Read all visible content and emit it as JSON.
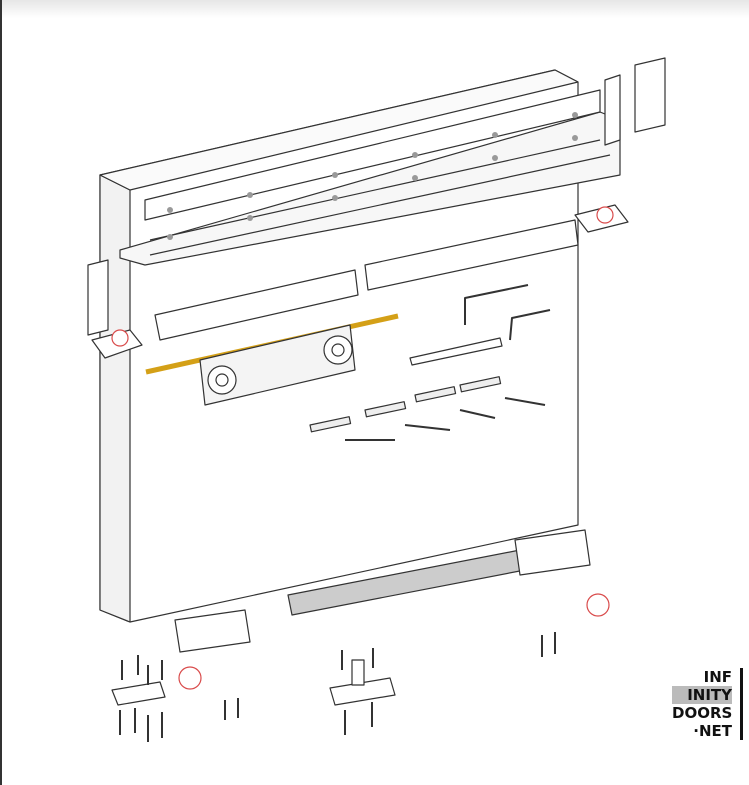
{
  "logo": {
    "lines": [
      "INF",
      "INITY",
      "DOORS",
      "·NET"
    ],
    "highlight_color": "#bbbbbb"
  },
  "colors": {
    "line": "#333333",
    "rod": "#d4a017",
    "accent": "#d94b4b"
  }
}
